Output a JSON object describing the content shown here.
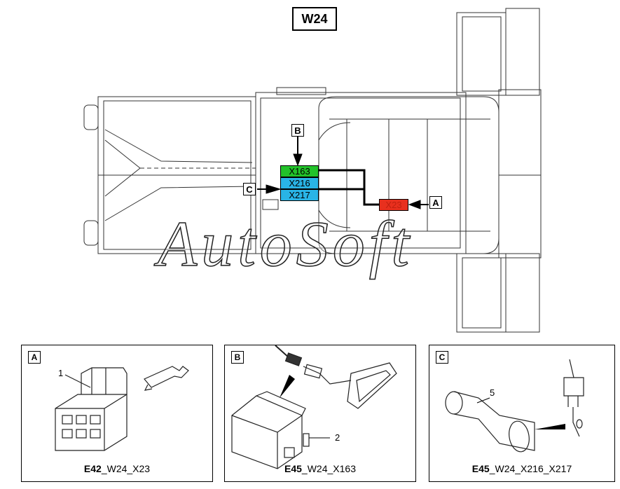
{
  "diagram": {
    "title": "W24",
    "markers": [
      "A",
      "B",
      "C"
    ],
    "connectors": [
      {
        "id": "X163",
        "color": "#22c22a"
      },
      {
        "id": "X216",
        "color": "#29b4e6"
      },
      {
        "id": "X217",
        "color": "#29b4e6"
      },
      {
        "id": "X23",
        "color": "#e8301e"
      }
    ],
    "watermark": "AutoSoft",
    "wire_color": "#000000"
  },
  "panels": [
    {
      "letter": "A",
      "callouts": [
        "1"
      ],
      "caption_bold": "E42",
      "caption_rest": "_W24_X23"
    },
    {
      "letter": "B",
      "callouts": [
        "2"
      ],
      "caption_bold": "E45",
      "caption_rest": "_W24_X163"
    },
    {
      "letter": "C",
      "callouts": [
        "5"
      ],
      "caption_bold": "E45",
      "caption_rest": "_W24_X216_X217"
    }
  ]
}
